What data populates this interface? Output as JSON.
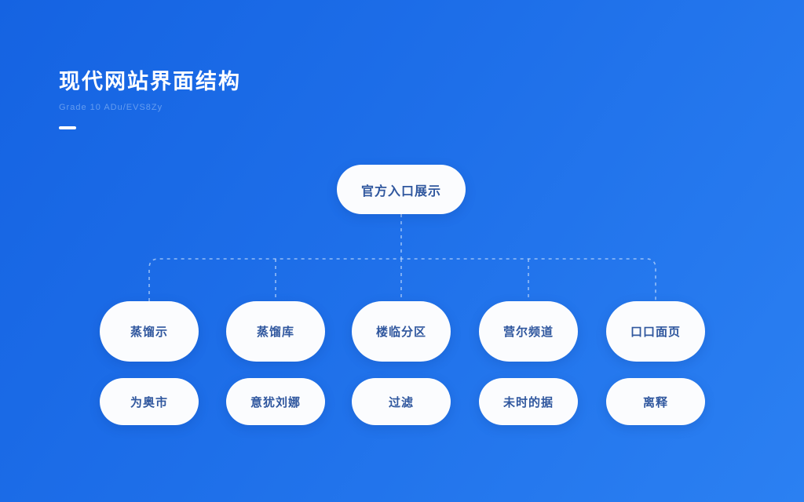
{
  "header": {
    "title": "现代网站界面结构",
    "subtitle": "Grade 10 ADu/EVS8Zy"
  },
  "colors": {
    "background_start": "#1563e2",
    "background_end": "#2b80f2",
    "node_background": "#fbfcfe",
    "node_text": "#30579e",
    "connector": "#bcd7fb"
  },
  "tree": {
    "root": "官方入口展示",
    "row1": [
      "蒸馏示",
      "蒸馏库",
      "楼临分区",
      "营尔频道",
      "口口面页"
    ],
    "row2": [
      "为奥市",
      "意犹刘娜",
      "过滤",
      "未时的据",
      "离释"
    ]
  }
}
